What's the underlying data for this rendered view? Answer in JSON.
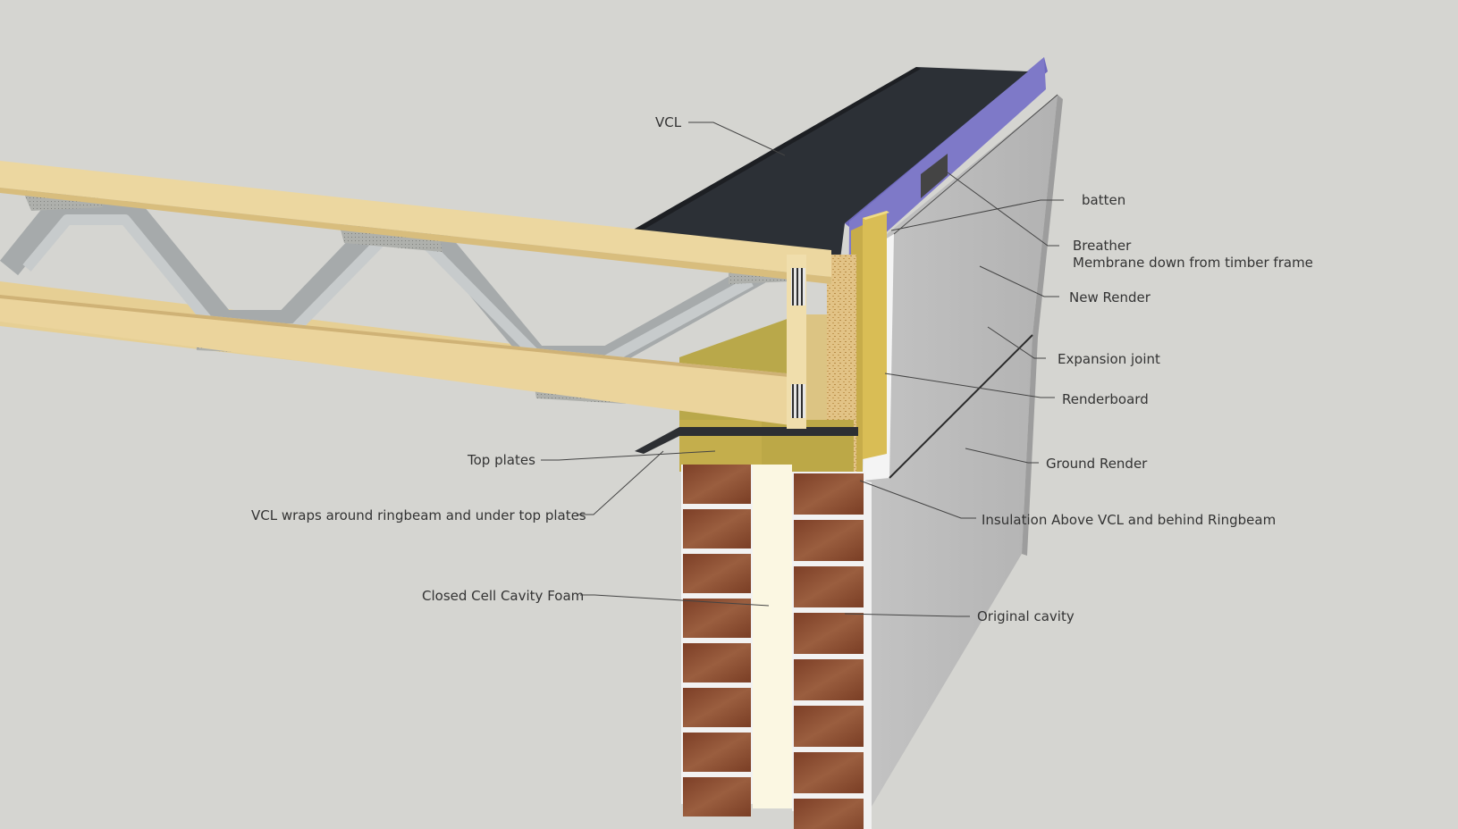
{
  "diagram": {
    "labels": {
      "vcl": "VCL",
      "batten": "batten",
      "breather_line1": "Breather",
      "breather_line2": "Membrane down from timber frame",
      "new_render": "New Render",
      "expansion_joint": "Expansion joint",
      "renderboard": "Renderboard",
      "ground_render": "Ground Render",
      "insulation": "Insulation Above VCL and behind Ringbeam",
      "original_cavity": "Original cavity",
      "top_plates": "Top plates",
      "vcl_wraps": "VCL wraps around ringbeam and under top plates",
      "cavity_foam": "Closed Cell Cavity Foam"
    },
    "colors": {
      "background": "#d5d5d1",
      "timber": "#ead59c",
      "steel_web": "#b9bdbe",
      "vcl_membrane": "#2c3036",
      "breather_membrane": "#7672c2",
      "insulation": "#c9b65a",
      "render": "#bdbdbd",
      "brick": "#8c4e32",
      "cavity_foam": "#fbf7e2"
    }
  }
}
